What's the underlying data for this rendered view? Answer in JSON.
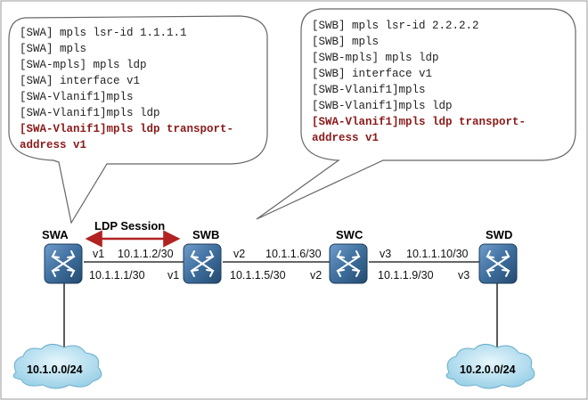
{
  "callouts": {
    "swa": {
      "lines": [
        "[SWA] mpls lsr-id 1.1.1.1",
        "[SWA] mpls",
        "[SWA-mpls] mpls ldp",
        "[SWA] interface v1",
        "[SWA-Vlanif1]mpls",
        "[SWA-Vlanif1]mpls ldp",
        "[SWA-Vlanif1]mpls ldp transport-",
        "address v1"
      ]
    },
    "swb": {
      "lines": [
        "[SWB] mpls lsr-id 2.2.2.2",
        "[SWB] mpls",
        "[SWB-mpls] mpls ldp",
        "[SWB] interface v1",
        "[SWB-Vlanif1]mpls",
        "[SWB-Vlanif1]mpls ldp",
        "[SWA-Vlanif1]mpls ldp transport-",
        "address v1"
      ]
    }
  },
  "ldp_session": {
    "label": "LDP Session",
    "color": "#b22222"
  },
  "nodes": {
    "swa": {
      "label": "SWA"
    },
    "swb": {
      "label": "SWB"
    },
    "swc": {
      "label": "SWC"
    },
    "swd": {
      "label": "SWD"
    }
  },
  "ports": {
    "swa_v1": "v1",
    "swa_v1_ip": "10.1.1.2/30",
    "swa_ip": "10.1.1.1/30",
    "swb_v1": "v1",
    "swb_v2": "v2",
    "swb_v2_ip": "10.1.1.6/30",
    "swb_v1_ip": "10.1.1.5/30",
    "swc_v2": "v2",
    "swc_v3": "v3",
    "swc_v3_ip": "10.1.1.10/30",
    "swc_ip": "10.1.1.9/30",
    "swd_v3": "v3"
  },
  "networks": {
    "left": "10.1.0.0/24",
    "right": "10.2.0.0/24"
  },
  "colors": {
    "switch_fill": "#3f6f9e",
    "switch_dark": "#244a70",
    "cloud_fill": "#a8d8ec",
    "link": "#333333"
  },
  "icons": {
    "switch": "switch-icon",
    "cloud": "cloud-icon"
  }
}
